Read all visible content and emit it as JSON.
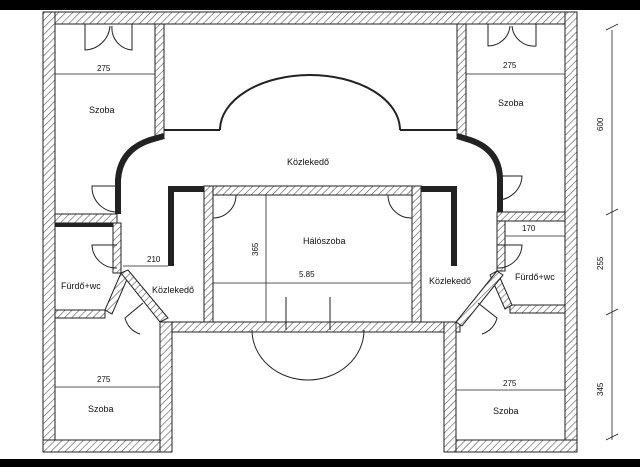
{
  "rooms": {
    "szoba_top_left": "Szoba",
    "szoba_top_right": "Szoba",
    "szoba_bottom_left": "Szoba",
    "szoba_bottom_right": "Szoba",
    "kozlekedo_top": "Közlekedő",
    "kozlekedo_left": "Közlekedő",
    "kozlekedo_right": "Közlekedő",
    "haloszoba": "Hálószoba",
    "furdo_left": "Fürdő+wc",
    "furdo_right": "Fürdő+wc"
  },
  "dimensions": {
    "d275_top_left": "275",
    "d275_top_right": "275",
    "d275_bottom_left": "275",
    "d275_bottom_right": "275",
    "d210": "210",
    "d170": "170",
    "d365": "365",
    "d585": "5.85",
    "d600": "600",
    "d255": "255",
    "d345": "345"
  },
  "colors": {
    "wall": "#222222",
    "hatch": "#555555",
    "background": "#ffffff"
  }
}
